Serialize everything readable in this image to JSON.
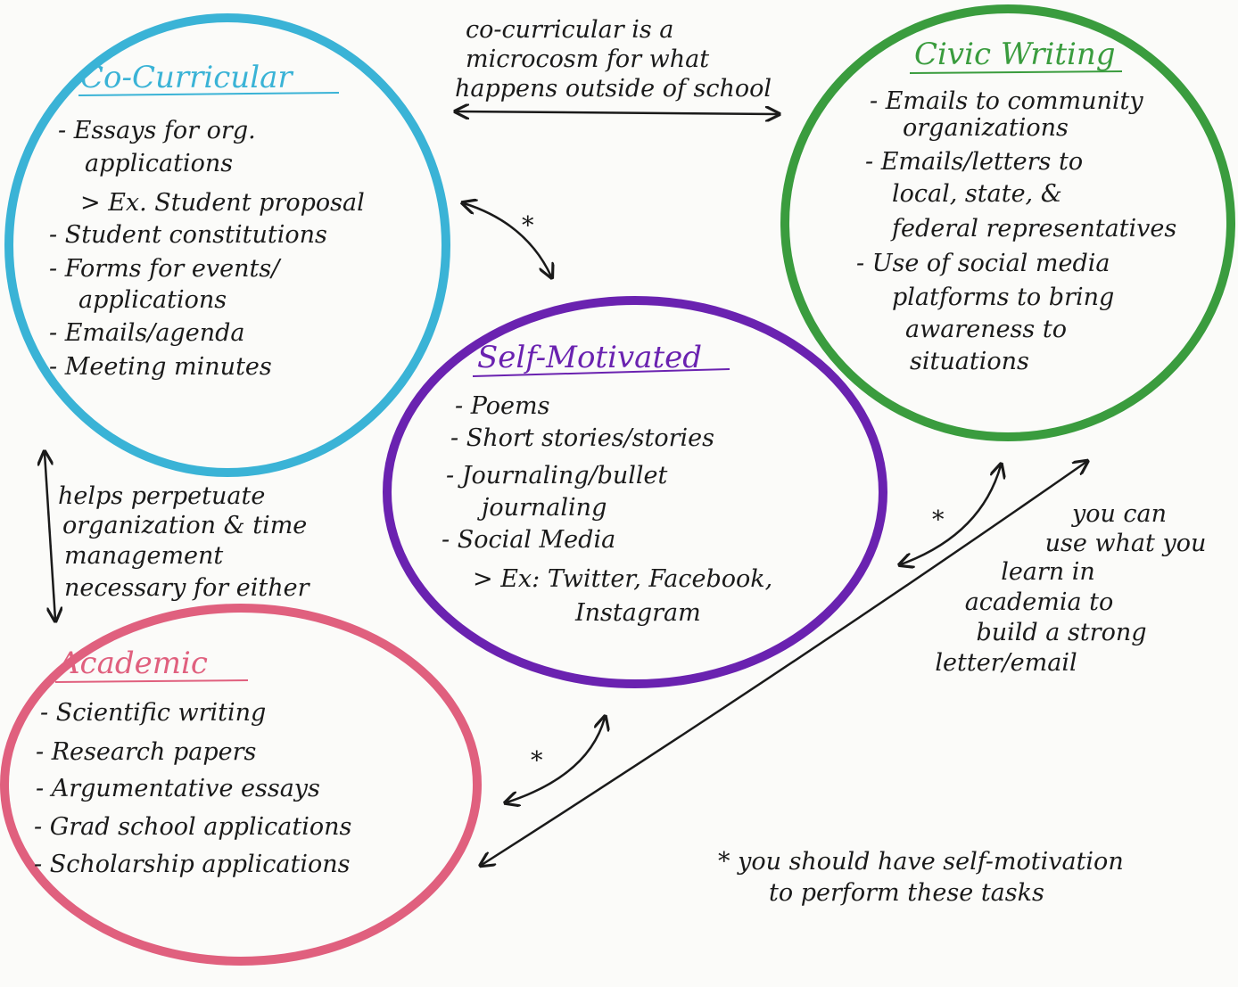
{
  "colors": {
    "co_curricular": "#3ab3d6",
    "civic_writing": "#3a9c3e",
    "self_motivated": "#6a22b0",
    "academic": "#e0607e",
    "ink": "#1a1a1a"
  },
  "top_note": [
    "co-curricular is a",
    "microcosm for what",
    "happens outside of school"
  ],
  "co_curricular": {
    "title": "Co-Curricular",
    "items": [
      "- Essays for org.",
      "applications",
      "> Ex. Student proposal",
      "- Student constitutions",
      "- Forms for events/",
      "applications",
      "- Emails/agenda",
      "- Meeting minutes"
    ]
  },
  "civic_writing": {
    "title": "Civic Writing",
    "items": [
      "- Emails to community",
      "organizations",
      "- Emails/letters to",
      "local, state, &",
      "federal representatives",
      "- Use of social media",
      "platforms to bring",
      "awareness to",
      "situations"
    ]
  },
  "self_motivated": {
    "title": "Self-Motivated",
    "items": [
      "- Poems",
      "- Short stories/stories",
      "- Journaling/bullet",
      "journaling",
      "- Social Media",
      "> Ex: Twitter, Facebook,",
      "Instagram"
    ]
  },
  "academic": {
    "title": "Academic",
    "items": [
      "- Scientific writing",
      "- Research papers",
      "- Argumentative essays",
      "- Grad school applications",
      "- Scholarship applications"
    ]
  },
  "left_note": [
    "helps perpetuate",
    "organization & time",
    "management",
    "necessary for either"
  ],
  "right_note": [
    "you can",
    "use what you",
    "learn in",
    "academia to",
    "build a strong",
    "letter/email"
  ],
  "asterisk": "*",
  "footnote": [
    "* you should have self-motivation",
    "to perform these tasks"
  ]
}
